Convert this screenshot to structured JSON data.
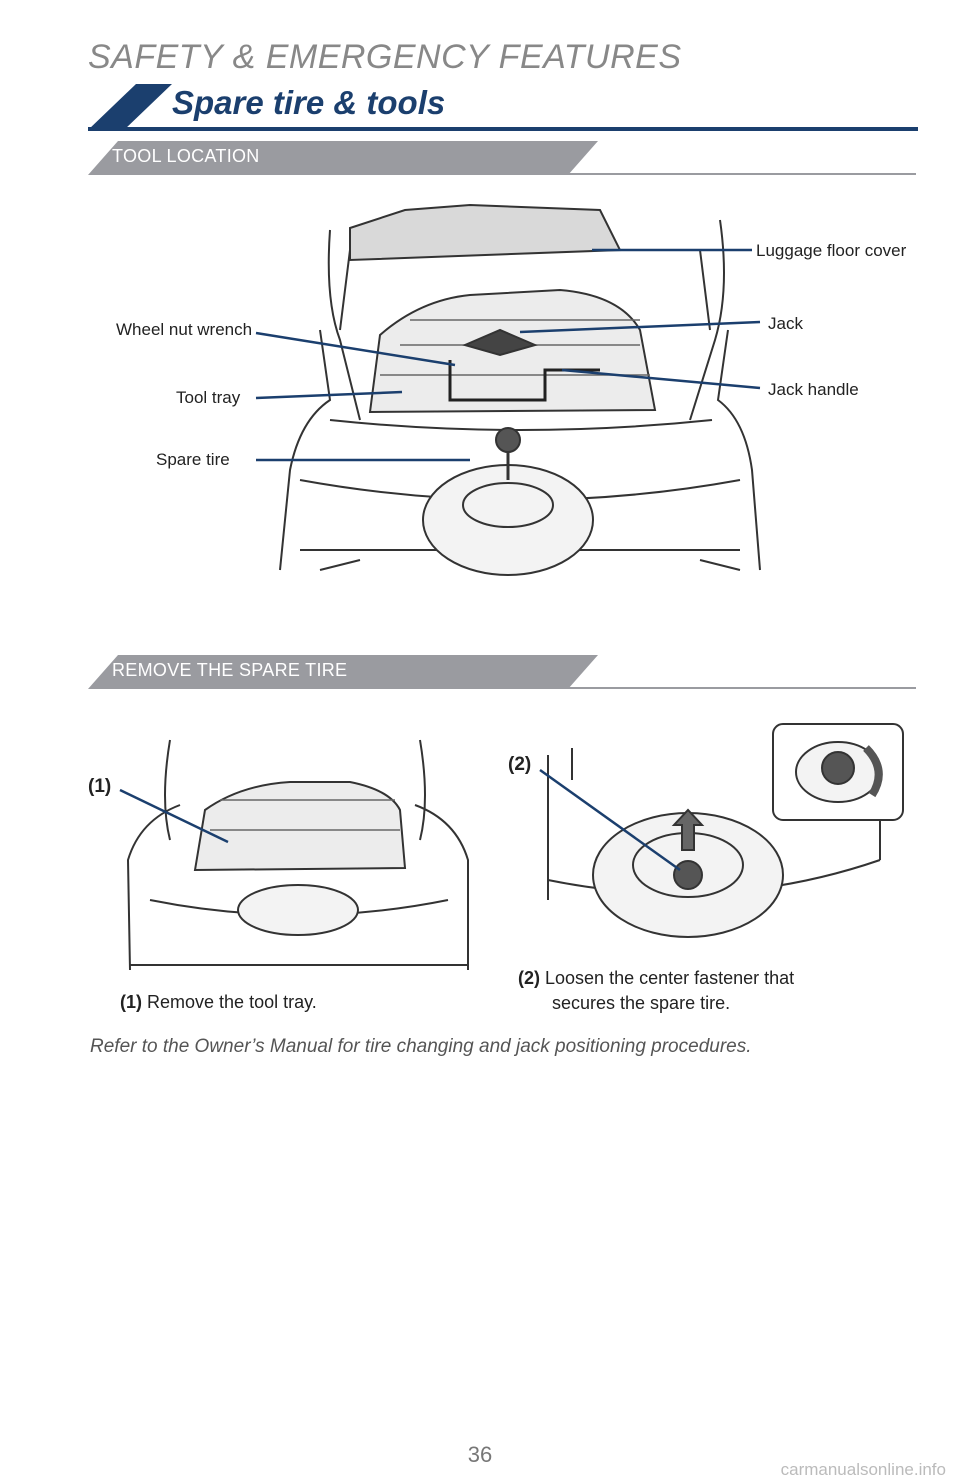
{
  "header": {
    "section": "SAFETY & EMERGENCY FEATURES",
    "title": "Spare tire & tools"
  },
  "tool_location": {
    "heading": "TOOL LOCATION",
    "callouts": {
      "luggage_floor_cover": "Luggage floor cover",
      "jack": "Jack",
      "jack_handle": "Jack handle",
      "wheel_nut_wrench": "Wheel nut wrench",
      "tool_tray": "Tool tray",
      "spare_tire": "Spare tire"
    }
  },
  "remove_spare": {
    "heading": "REMOVE THE SPARE TIRE",
    "step1": {
      "marker": "(1)",
      "label": "(1)",
      "text": "Remove the tool tray."
    },
    "step2": {
      "marker": "(2)",
      "label": "(2)",
      "text_line1": "Loosen the center fastener that",
      "text_line2": "secures the spare tire."
    }
  },
  "note": "Refer to the Owner’s Manual for tire changing and jack positioning procedures.",
  "page_number": "36",
  "watermark": "carmanualsonline.info",
  "colors": {
    "brand_blue": "#1b3f6e",
    "section_gray": "#9a9ba0",
    "line_blue": "#1b3f6e"
  }
}
